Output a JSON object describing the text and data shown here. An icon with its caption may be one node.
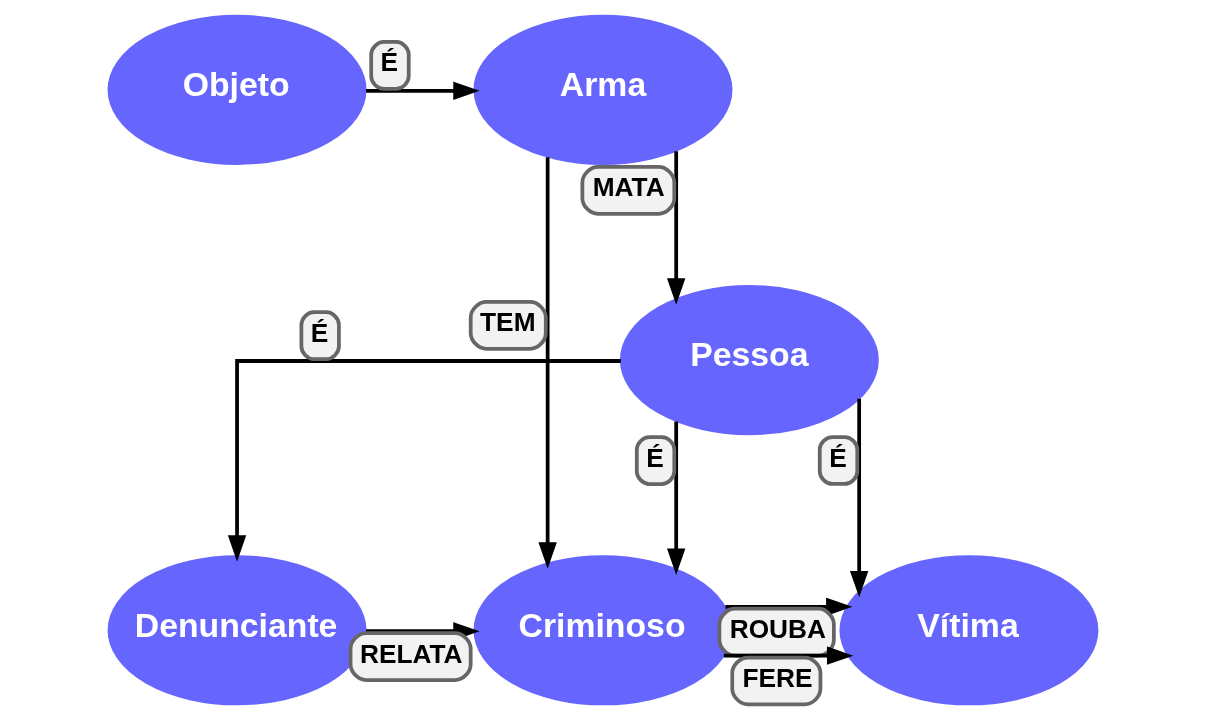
{
  "diagram": {
    "nodes": [
      {
        "text": [
          "Pessoa"
        ]
      },
      {
        "text": [
          "Criminoso"
        ]
      },
      {
        "text": [
          "Vítima"
        ]
      },
      {
        "text": [
          "Denunciante"
        ]
      },
      {
        "text": [
          "Arma"
        ]
      },
      {
        "text": [
          "Objeto"
        ]
      }
    ],
    "edges": [
      {
        "from": 0,
        "to": 1,
        "arrow": "to",
        "label": "É"
      },
      {
        "from": 0,
        "to": 2,
        "arrow": "to",
        "label": "É"
      },
      {
        "from": 0,
        "to": 3,
        "arrow": "to",
        "label": "É"
      },
      {
        "from": 1,
        "to": 2,
        "arrow": "to",
        "label": "ROUBA"
      },
      {
        "from": 1,
        "to": 2,
        "arrow": "to",
        "label": "FERE"
      },
      {
        "from": 3,
        "to": 1,
        "arrow": "to",
        "label": "RELATA"
      },
      {
        "from": 4,
        "to": 1,
        "arrow": "to",
        "label": "TEM"
      },
      {
        "from": 4,
        "to": 0,
        "arrow": "to",
        "label": "MATA"
      },
      {
        "from": 5,
        "to": 4,
        "arrow": "to",
        "label": "É"
      }
    ]
  }
}
